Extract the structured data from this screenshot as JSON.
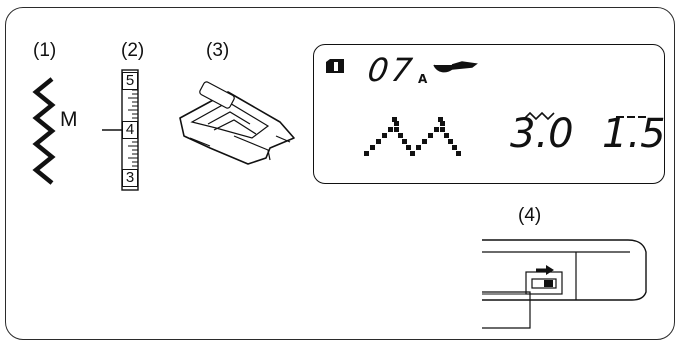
{
  "labels": {
    "item1": "(1)",
    "item2": "(2)",
    "item3": "(3)",
    "item4": "(4)"
  },
  "stitch": {
    "mode_letter": "M"
  },
  "dial": {
    "numbers": [
      "5",
      "4",
      "3"
    ]
  },
  "lcd": {
    "pattern_number": "07",
    "presser_foot_letter": "A",
    "stitch_width": "3.0",
    "stitch_length": "1.5"
  },
  "icons": [
    "zigzag-stitch-icon",
    "tension-dial-icon",
    "presser-foot-icon",
    "memory-icon",
    "presser-foot-lever-icon",
    "zigzag-pattern-icon",
    "width-icon",
    "length-icon",
    "drop-feed-lever-icon",
    "arrow-right-icon"
  ]
}
